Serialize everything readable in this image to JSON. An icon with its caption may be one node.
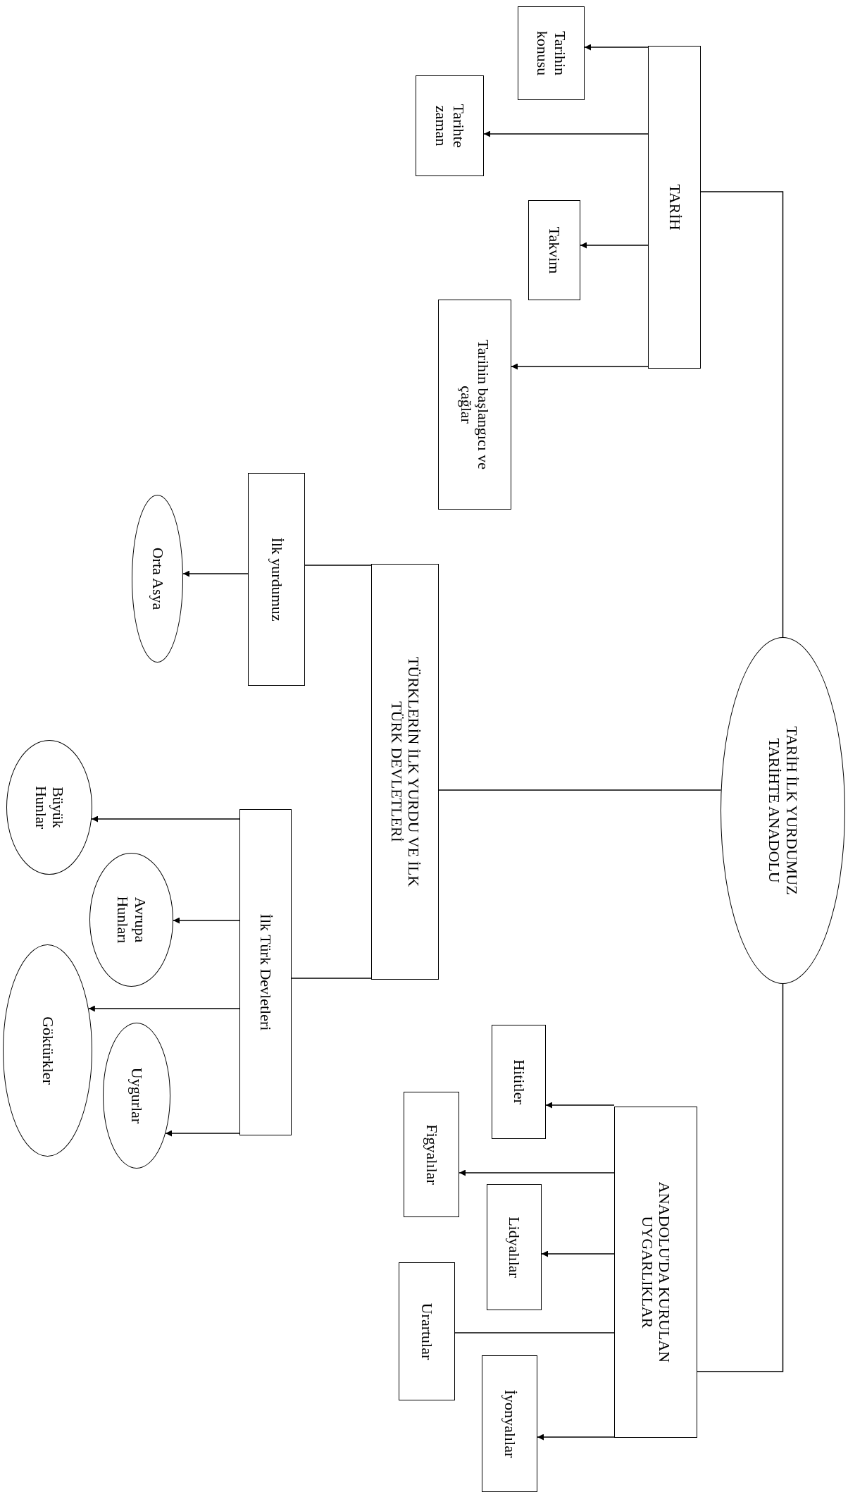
{
  "diagram": {
    "nodes": [
      {
        "text": [
          "TARİH İLK YURDUMUZ TARİHTE ANADOLU"
        ]
      },
      {
        "text": [
          "TARİH"
        ]
      },
      {
        "text": [
          "Tarihin konusu"
        ]
      },
      {
        "text": [
          "Tarihte zaman"
        ]
      },
      {
        "text": [
          "Takvim"
        ]
      },
      {
        "text": [
          "Tarihin başlangıcı ve çağlar"
        ]
      },
      {
        "text": [
          "TÜRKLERİN İLK YURDU VE İLK TÜRK DEVLETLERİ"
        ]
      },
      {
        "text": [
          "İlk yurdumuz"
        ]
      },
      {
        "text": [
          "Orta Asya"
        ]
      },
      {
        "text": [
          "İlk Türk Devletleri"
        ]
      },
      {
        "text": [
          "Büyük Hunlar"
        ]
      },
      {
        "text": [
          "Avrupa Hunları"
        ]
      },
      {
        "text": [
          "Göktürkler"
        ]
      },
      {
        "text": [
          "Uygurlar"
        ]
      },
      {
        "text": [
          "ANADOLU'DA KURULAN UYGARLIKLAR"
        ]
      },
      {
        "text": [
          "Hititler"
        ]
      },
      {
        "text": [
          "Figyalılar"
        ]
      },
      {
        "text": [
          "Lidyalılar"
        ]
      },
      {
        "text": [
          "Urartular"
        ]
      },
      {
        "text": [
          "İyonyalılar"
        ]
      }
    ],
    "edges": [
      {
        "from": 0,
        "to": 1,
        "arrow": "none"
      },
      {
        "from": 1,
        "to": 2,
        "arrow": "to"
      },
      {
        "from": 1,
        "to": 3,
        "arrow": "to"
      },
      {
        "from": 1,
        "to": 4,
        "arrow": "to"
      },
      {
        "from": 1,
        "to": 5,
        "arrow": "to"
      },
      {
        "from": 0,
        "to": 6,
        "arrow": "none"
      },
      {
        "from": 6,
        "to": 7,
        "arrow": "none"
      },
      {
        "from": 7,
        "to": 8,
        "arrow": "to"
      },
      {
        "from": 6,
        "to": 9,
        "arrow": "none"
      },
      {
        "from": 9,
        "to": 10,
        "arrow": "to"
      },
      {
        "from": 9,
        "to": 11,
        "arrow": "to"
      },
      {
        "from": 9,
        "to": 12,
        "arrow": "to"
      },
      {
        "from": 9,
        "to": 13,
        "arrow": "to"
      },
      {
        "from": 0,
        "to": 14,
        "arrow": "none"
      },
      {
        "from": 14,
        "to": 15,
        "arrow": "to"
      },
      {
        "from": 14,
        "to": 16,
        "arrow": "to"
      },
      {
        "from": 14,
        "to": 17,
        "arrow": "to"
      },
      {
        "from": 14,
        "to": 18,
        "arrow": "none"
      },
      {
        "from": 14,
        "to": 19,
        "arrow": "to"
      }
    ]
  }
}
